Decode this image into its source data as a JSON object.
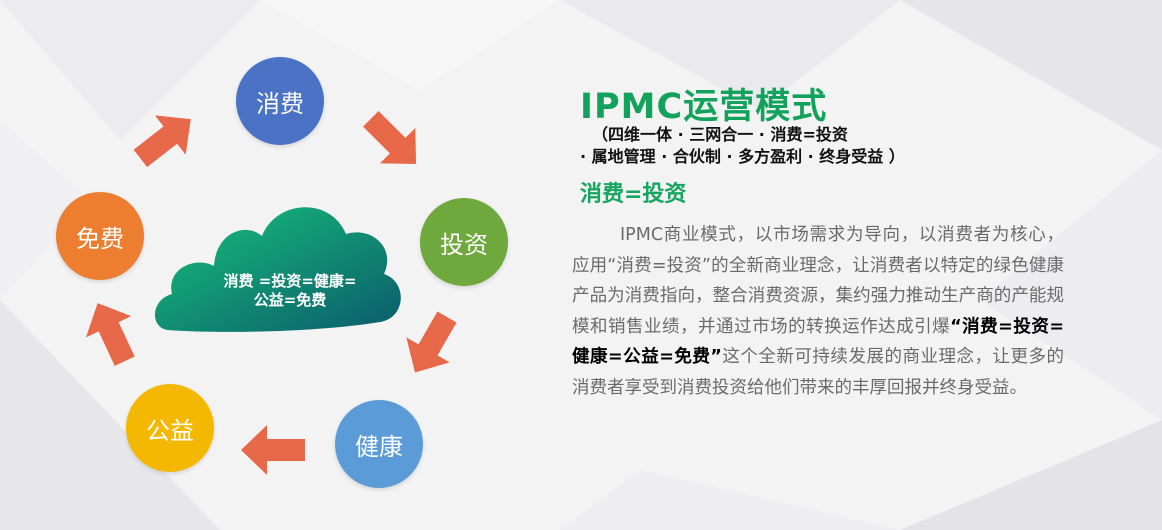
{
  "colors": {
    "consume": "#4a72c5",
    "invest": "#6fa83c",
    "health": "#5b9bd8",
    "welfare": "#f4b800",
    "free": "#ee7e2f",
    "arrow": "#e8694a",
    "cloud_from": "#17c27a",
    "cloud_to": "#0b5b6c",
    "title_green": "#12a25c"
  },
  "cycle": {
    "consume": "消费",
    "invest": "投资",
    "health": "健康",
    "welfare": "公益",
    "free": "免费"
  },
  "cloud": {
    "line1": "消费 =投资=健康=",
    "line2": "公益=免费"
  },
  "panel": {
    "title": "IPMC运营模式",
    "subtitle_line1": "（四维一体 · 三网合一 · 消费=投资",
    "subtitle_line2": "· 属地管理 · 合伙制 · 多方盈利 · 终身受益 ）",
    "section_heading": "消费=投资",
    "body_before": "IPMC商业模式，以市场需求为导向，以消费者为核心，应用“消费=投资”的全新商业理念，让消费者以特定的绿色健康产品为消费指向，整合消费资源，集约强力推动生产商的产能规模和销售业绩，并通过市场的转换运作达成引爆",
    "body_emphasis": "“消费=投资=健康=公益=免费”",
    "body_after": "这个全新可持续发展的商业理念，让更多的消费者享受到消费投资给他们带来的丰厚回报并终身受益。"
  }
}
